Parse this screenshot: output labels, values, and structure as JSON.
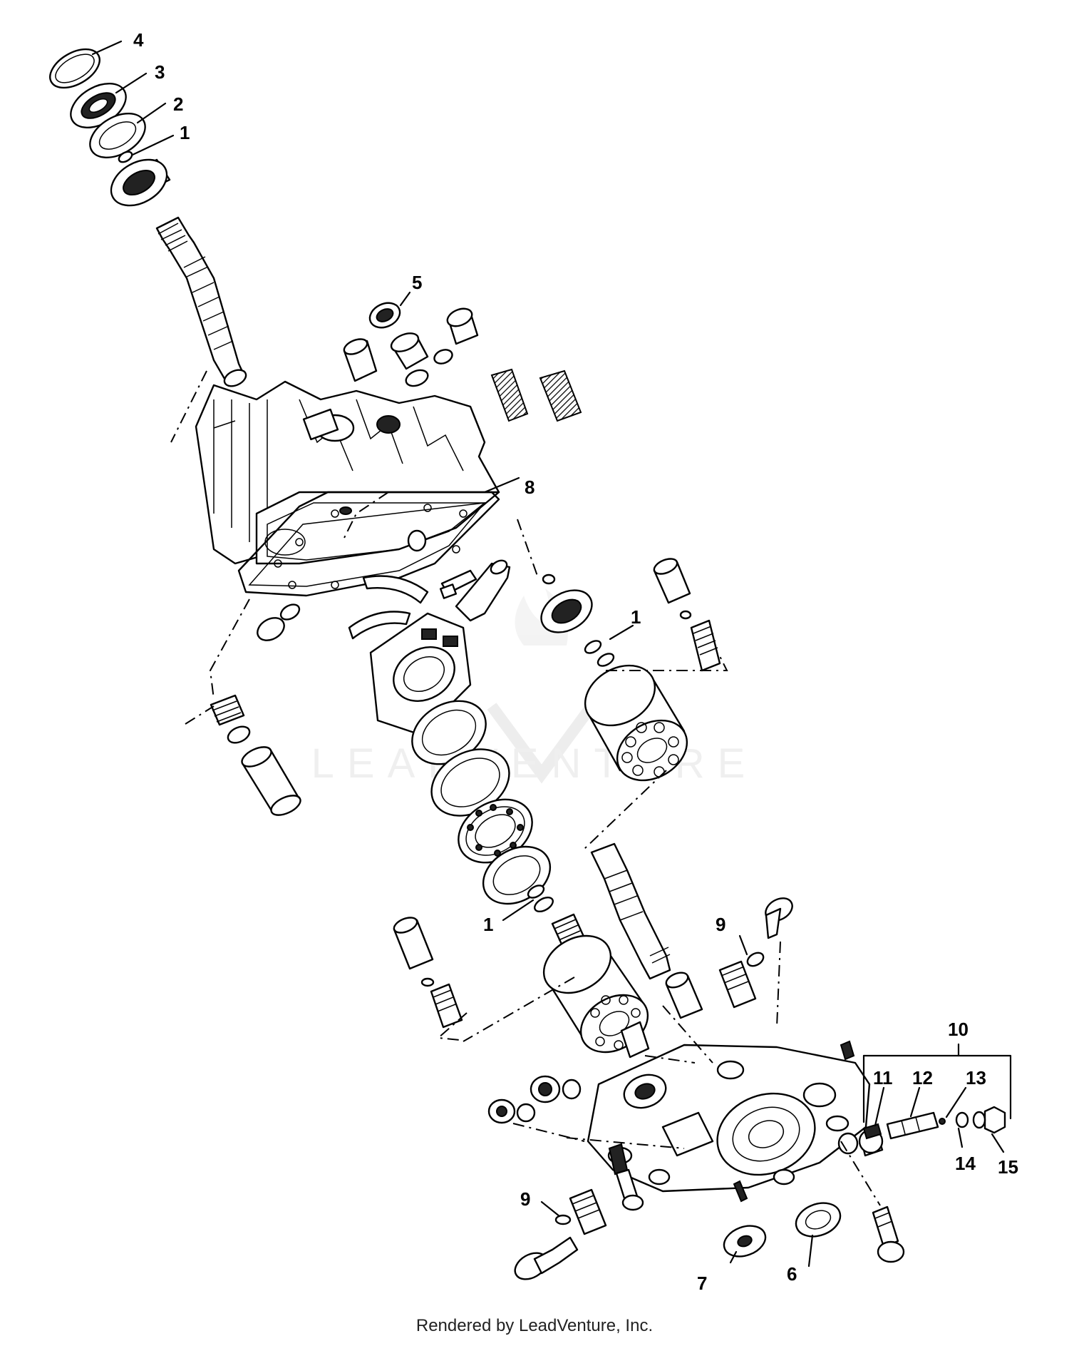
{
  "callouts": [
    {
      "id": "c4",
      "text": "4"
    },
    {
      "id": "c3",
      "text": "3"
    },
    {
      "id": "c2",
      "text": "2"
    },
    {
      "id": "c1a",
      "text": "1"
    },
    {
      "id": "c5",
      "text": "5"
    },
    {
      "id": "c8",
      "text": "8"
    },
    {
      "id": "c1b",
      "text": "1"
    },
    {
      "id": "c1c",
      "text": "1"
    },
    {
      "id": "c9a",
      "text": "9"
    },
    {
      "id": "c10",
      "text": "10"
    },
    {
      "id": "c11",
      "text": "11"
    },
    {
      "id": "c12",
      "text": "12"
    },
    {
      "id": "c13",
      "text": "13"
    },
    {
      "id": "c14",
      "text": "14"
    },
    {
      "id": "c15",
      "text": "15"
    },
    {
      "id": "c9b",
      "text": "9"
    },
    {
      "id": "c7",
      "text": "7"
    },
    {
      "id": "c6",
      "text": "6"
    }
  ],
  "watermark": "LEADVENTURE",
  "footer": "Rendered by LeadVenture, Inc."
}
